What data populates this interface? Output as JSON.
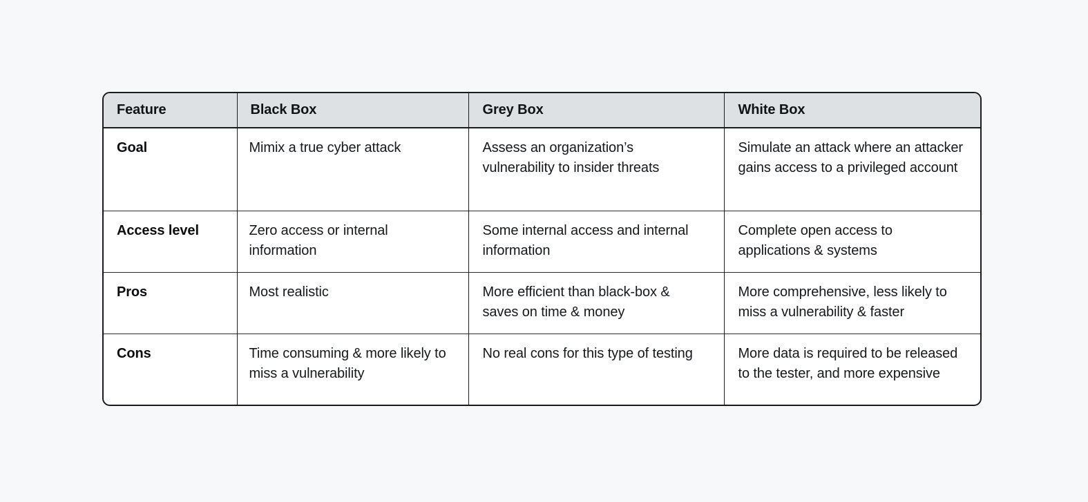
{
  "page": {
    "background_color": "#f7f8fa",
    "border_color": "#1b1b1f",
    "header_fill": "#dde1e3",
    "text_color": "#15181b"
  },
  "table": {
    "name": "penetration-testing-comparison-table",
    "headers": [
      "Feature",
      "Black Box",
      "Grey Box",
      "White Box"
    ],
    "rows": [
      {
        "label": "Goal",
        "black_box": "Mimix a true cyber attack",
        "grey_box": "Assess an organization’s vulnerability to insider threats",
        "white_box": "Simulate an attack where an attacker gains access to a privileged account"
      },
      {
        "label": "Access level",
        "black_box": "Zero access or internal information",
        "grey_box": "Some internal access and internal information",
        "white_box": "Complete open access to applications & systems"
      },
      {
        "label": "Pros",
        "black_box": "Most realistic",
        "grey_box": "More efficient than black-box & saves on time & money",
        "white_box": "More comprehensive, less likely to miss a vulnerability & faster"
      },
      {
        "label": "Cons",
        "black_box": "Time consuming & more likely to miss a vulnerability",
        "grey_box": "No real cons for this type of testing",
        "white_box": "More data is required to be released to the tester, and more expensive"
      }
    ]
  }
}
